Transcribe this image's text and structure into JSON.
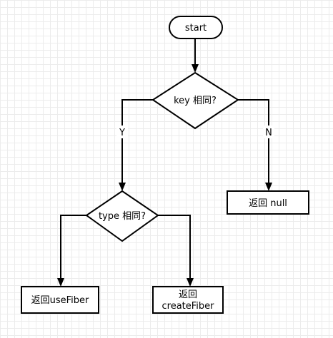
{
  "nodes": {
    "start": {
      "text": "start"
    },
    "key_check": {
      "text": "key 相同?"
    },
    "type_check": {
      "text": "type 相同?"
    },
    "return_null": {
      "text": "返回 null"
    },
    "return_use_fiber": {
      "text": "返回useFiber"
    },
    "return_create_fiber": {
      "line1": "返回",
      "line2": "createFiber"
    }
  },
  "edges": {
    "key_yes": {
      "label": "Y"
    },
    "key_no": {
      "label": "N"
    }
  }
}
